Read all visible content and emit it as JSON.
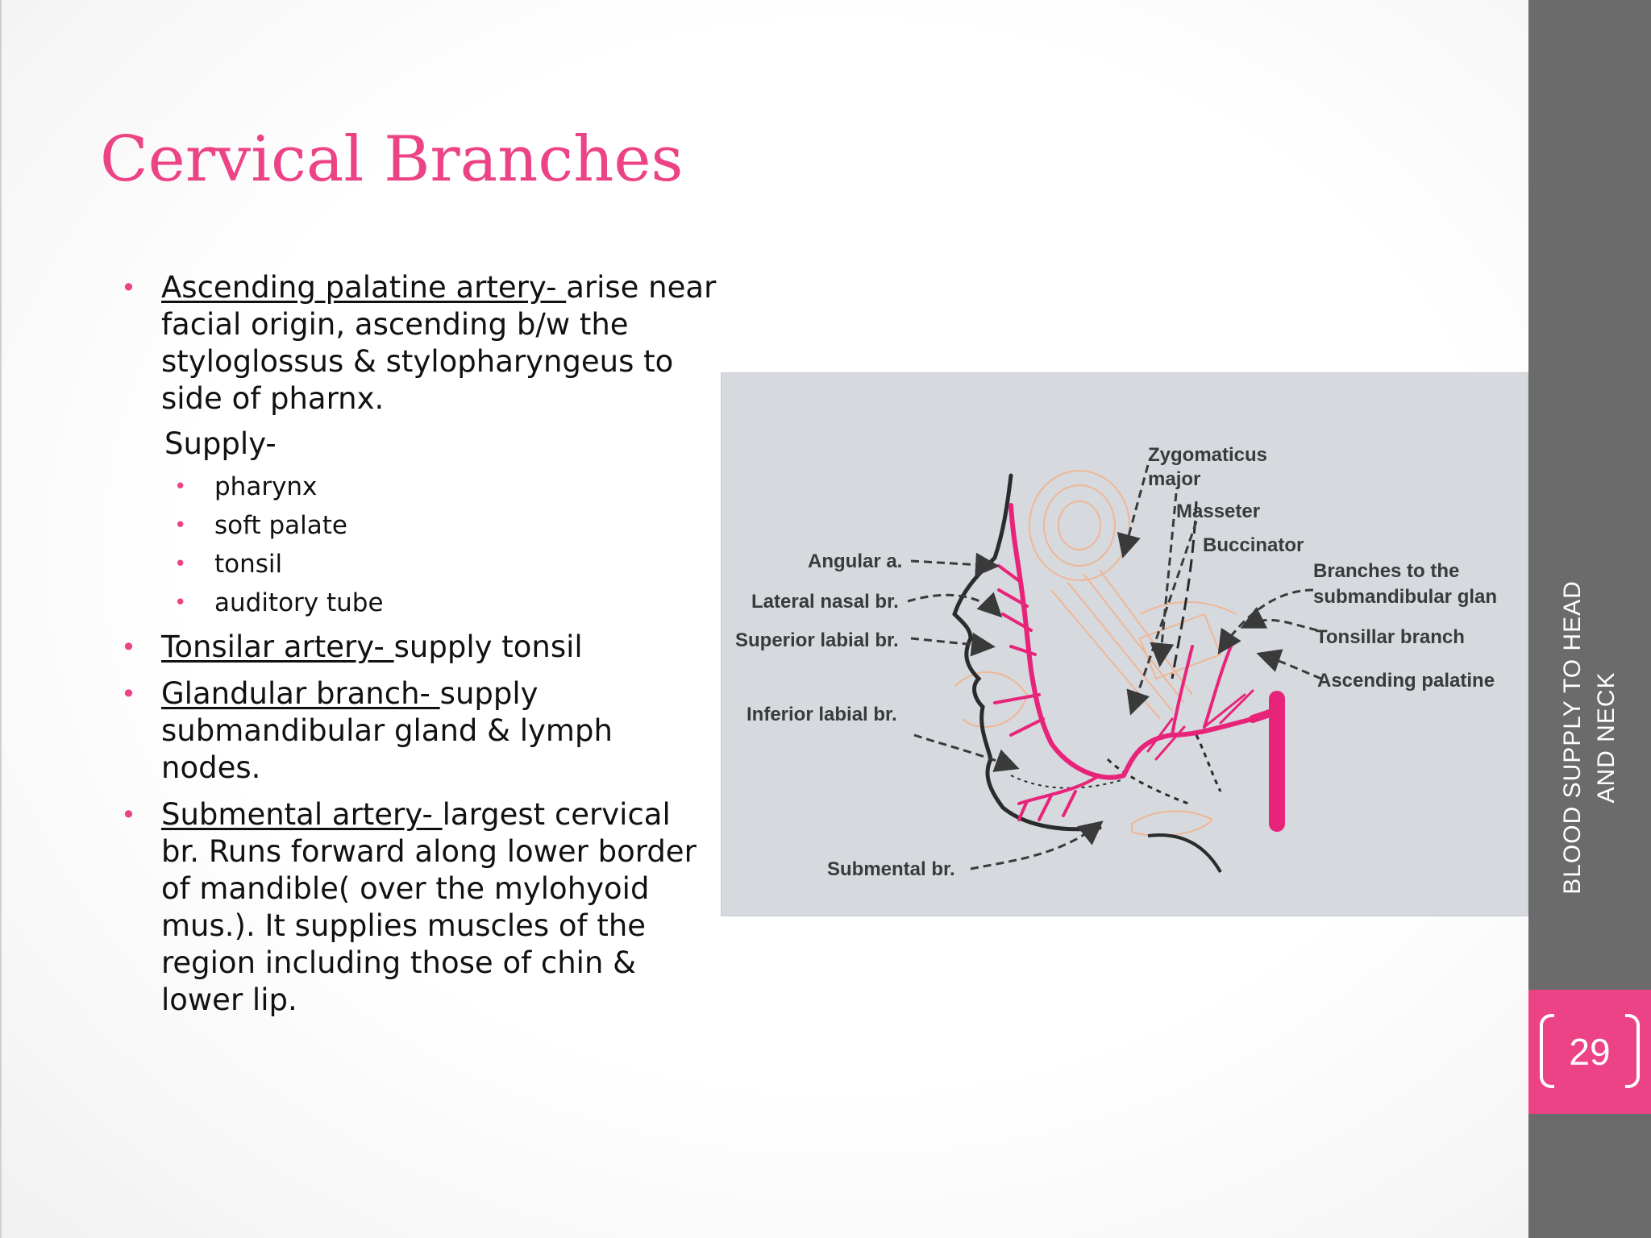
{
  "slide": {
    "title": "Cervical Branches",
    "sidebar_label": "BLOOD SUPPLY TO HEAD\nAND NECK",
    "page_number": "29"
  },
  "colors": {
    "accent": "#ec4386",
    "sidebar": "#6b6b6b",
    "artery": "#e8247a"
  },
  "content": {
    "ascending": {
      "term": "Ascending palatine artery- ",
      "rest": "arise near facial origin, ascending b/w the styloglossus & stylopharyngeus to side of pharnx.",
      "supply_label": "Supply-",
      "supply_items": [
        "pharynx",
        "soft palate",
        "tonsil",
        "auditory tube"
      ]
    },
    "tonsilar": {
      "term": "Tonsilar artery- ",
      "rest": "supply tonsil"
    },
    "glandular": {
      "term": "Glandular branch- ",
      "rest": "supply submandibular gland & lymph nodes."
    },
    "submental": {
      "term": "Submental artery- ",
      "rest": "largest cervical br. Runs forward along lower border of mandible( over the mylohyoid mus.). It supplies muscles of the region including those of chin & lower lip."
    }
  },
  "figure": {
    "labels": {
      "zygomaticus_1": "Zygomaticus",
      "zygomaticus_2": "major",
      "masseter": "Masseter",
      "buccinator": "Buccinator",
      "branches_submandibular_1": "Branches to the",
      "branches_submandibular_2": "submandibular glan",
      "tonsillar_branch": "Tonsillar branch",
      "ascending_palatine": "Ascending palatine",
      "angular": "Angular a.",
      "lateral_nasal": "Lateral nasal br.",
      "superior_labial": "Superior labial br.",
      "inferior_labial": "Inferior labial br.",
      "submental": "Submental br."
    }
  }
}
